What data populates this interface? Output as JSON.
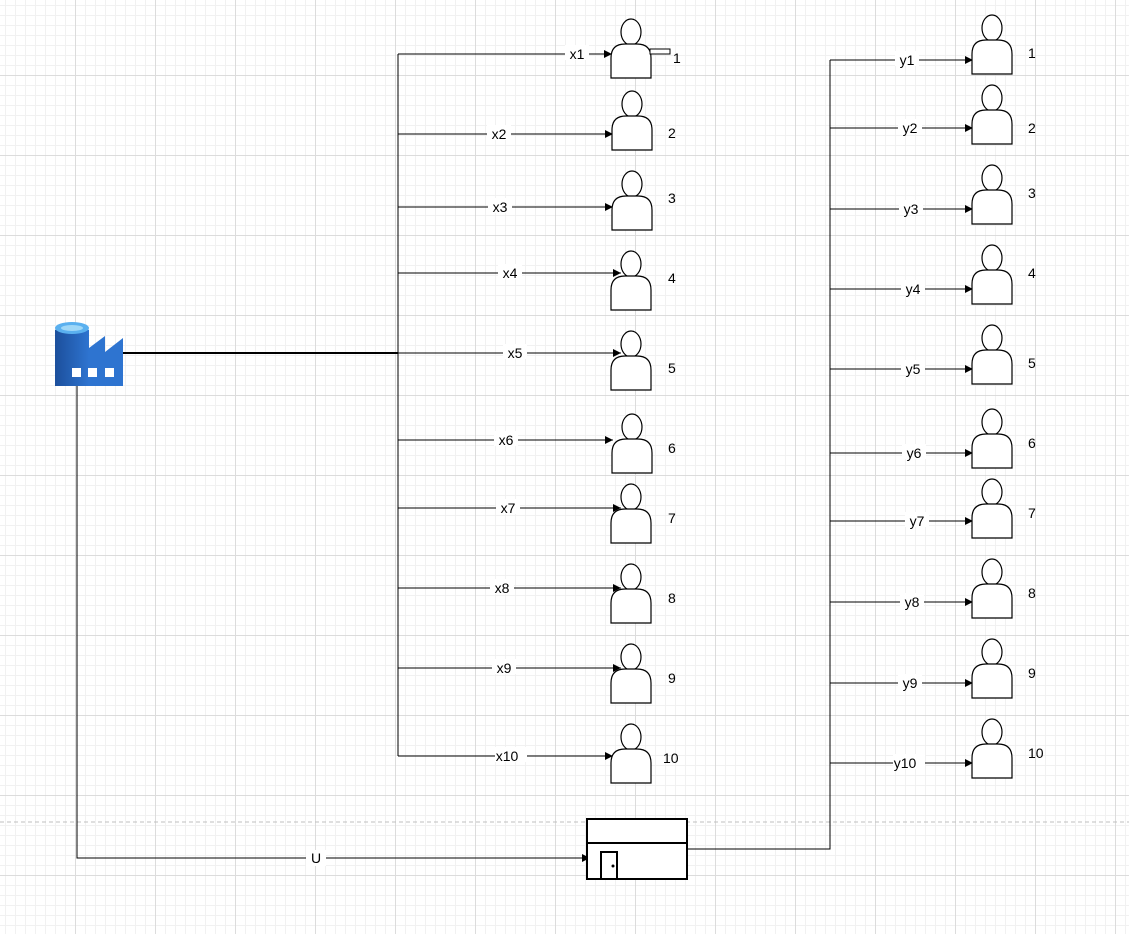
{
  "diagram": {
    "source_icon": "data-factory-icon",
    "group_a": {
      "edge_labels": [
        "x1",
        "x2",
        "x3",
        "x4",
        "x5",
        "x6",
        "x7",
        "x8",
        "x9",
        "x10"
      ],
      "node_labels": [
        "1",
        "2",
        "3",
        "4",
        "5",
        "6",
        "7",
        "8",
        "9",
        "10"
      ]
    },
    "group_b": {
      "edge_labels": [
        "y1",
        "y2",
        "y3",
        "y4",
        "y5",
        "y6",
        "y7",
        "y8",
        "y9",
        "y10"
      ],
      "node_labels": [
        "1",
        "2",
        "3",
        "4",
        "5",
        "6",
        "7",
        "8",
        "9",
        "10"
      ]
    },
    "link_label": "U",
    "user_icon": "user-icon",
    "box_icon": "door-box-icon",
    "colors": {
      "line": "#000000",
      "factory_dark": "#1c4f9c",
      "factory_mid": "#2e74d0",
      "factory_light": "#5ab0ef",
      "factory_top": "#9fd7f7"
    }
  }
}
